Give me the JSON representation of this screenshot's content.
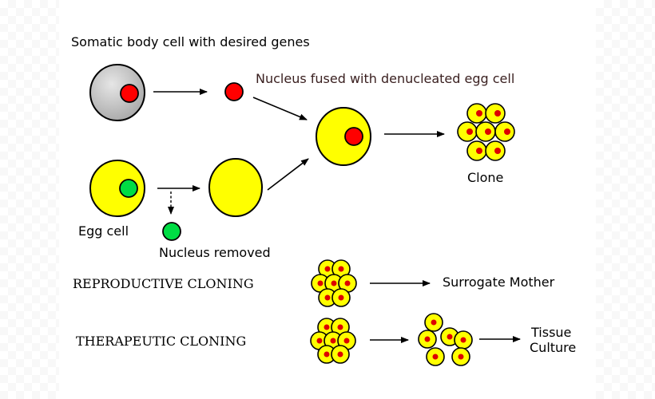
{
  "labels": {
    "somatic": "Somatic body cell with desired genes",
    "fused": "Nucleus fused with denucleated egg cell",
    "clone": "Clone",
    "egg_cell": "Egg cell",
    "nucleus_removed": "Nucleus removed",
    "reproductive": "REPRODUCTIVE CLONING",
    "surrogate": "Surrogate Mother",
    "therapeutic": "THERAPEUTIC CLONING",
    "tissue_line1": "Tissue",
    "tissue_line2": "Culture"
  },
  "colors": {
    "somatic_cell": "#c4c4c4",
    "egg_cell": "#ffff00",
    "donor_nucleus": "#ff0000",
    "egg_nucleus": "#00dd44",
    "stroke": "#000000"
  }
}
